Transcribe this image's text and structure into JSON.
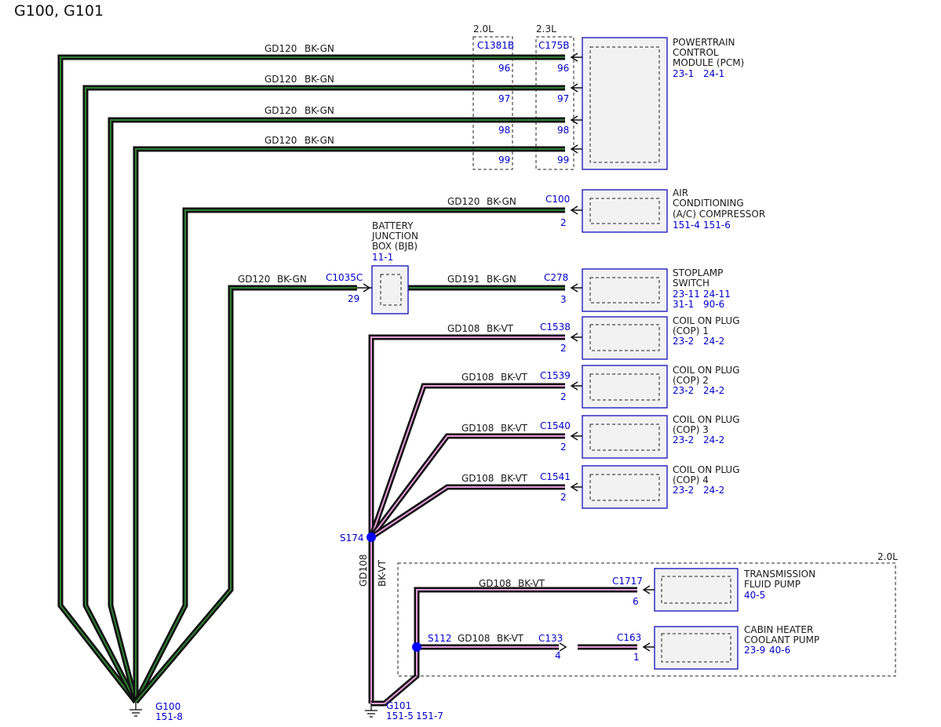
{
  "title": "G100, G101",
  "colors": {
    "bk_gn_core": "#2e7d32",
    "bk_vt_core": "#e39bd8",
    "wire_outline": "#111111",
    "label_blue": "#0000cc",
    "splice": "#0000ff"
  },
  "variants": {
    "v20": "2.0L",
    "v23": "2.3L"
  },
  "connectors": {
    "c1381b": "C1381B",
    "c175b": "C175B",
    "pins": {
      "p96a": "96",
      "p97a": "97",
      "p98a": "98",
      "p99a": "99",
      "p96b": "96",
      "p97b": "97",
      "p98b": "98",
      "p99b": "99"
    },
    "c100": "C100",
    "c100_pin": "2",
    "c1035c": "C1035C",
    "c1035c_pin": "29",
    "c278": "C278",
    "c278_pin": "3",
    "c1538": "C1538",
    "c1538_pin": "2",
    "c1539": "C1539",
    "c1539_pin": "2",
    "c1540": "C1540",
    "c1540_pin": "2",
    "c1541": "C1541",
    "c1541_pin": "2",
    "c1717": "C1717",
    "c1717_pin": "6",
    "c133": "C133",
    "c133_pin": "4",
    "c163": "C163",
    "c163_pin": "1"
  },
  "wires": {
    "w1_circuit": "GD120",
    "w1_color": "BK-GN",
    "w2_circuit": "GD120",
    "w2_color": "BK-GN",
    "w3_circuit": "GD120",
    "w3_color": "BK-GN",
    "w4_circuit": "GD120",
    "w4_color": "BK-GN",
    "w5_circuit": "GD120",
    "w5_color": "BK-GN",
    "w6_circuit": "GD120",
    "w6_color": "BK-GN",
    "w7_circuit": "GD191",
    "w7_color": "BK-GN",
    "w8_circuit": "GD108",
    "w8_color": "BK-VT",
    "w9_circuit": "GD108",
    "w9_color": "BK-VT",
    "w10_circuit": "GD108",
    "w10_color": "BK-VT",
    "w11_circuit": "GD108",
    "w11_color": "BK-VT",
    "w12_circuit": "GD108",
    "w12_color": "BK-VT",
    "w13_circuit": "GD108",
    "w13_color": "BK-VT",
    "w14_circuit": "GD108",
    "w14_color": "BK-VT"
  },
  "components": {
    "pcm": {
      "l1": "POWERTRAIN",
      "l2": "CONTROL",
      "l3": "MODULE (PCM)",
      "ref1": "23-1",
      "ref2": "24-1"
    },
    "ac": {
      "l1": "AIR",
      "l2": "CONDITIONING",
      "l3": "(A/C) COMPRESSOR",
      "ref1": "151-4",
      "ref2": "151-6"
    },
    "bjb": {
      "l1": "BATTERY",
      "l2": "JUNCTION",
      "l3": "BOX (BJB)",
      "ref1": "11-1"
    },
    "stoplamp": {
      "l1": "STOPLAMP",
      "l2": "SWITCH",
      "ref1": "23-11",
      "ref2": "24-11",
      "ref3": "31-1",
      "ref4": "90-6"
    },
    "cop1": {
      "l1": "COIL ON PLUG",
      "l2": "(COP) 1",
      "ref1": "23-2",
      "ref2": "24-2"
    },
    "cop2": {
      "l1": "COIL ON PLUG",
      "l2": "(COP) 2",
      "ref1": "23-2",
      "ref2": "24-2"
    },
    "cop3": {
      "l1": "COIL ON PLUG",
      "l2": "(COP) 3",
      "ref1": "23-2",
      "ref2": "24-2"
    },
    "cop4": {
      "l1": "COIL ON PLUG",
      "l2": "(COP) 4",
      "ref1": "23-2",
      "ref2": "24-2"
    },
    "tfp": {
      "l1": "TRANSMISSION",
      "l2": "FLUID PUMP",
      "ref1": "40-5"
    },
    "chcp": {
      "l1": "CABIN HEATER",
      "l2": "COOLANT PUMP",
      "ref1": "23-9",
      "ref2": "40-6"
    }
  },
  "splices": {
    "s174": "S174",
    "s112": "S112"
  },
  "grounds": {
    "g100": {
      "name": "G100",
      "ref1": "151-8"
    },
    "g101": {
      "name": "G101",
      "ref1": "151-5",
      "ref2": "151-7"
    }
  }
}
